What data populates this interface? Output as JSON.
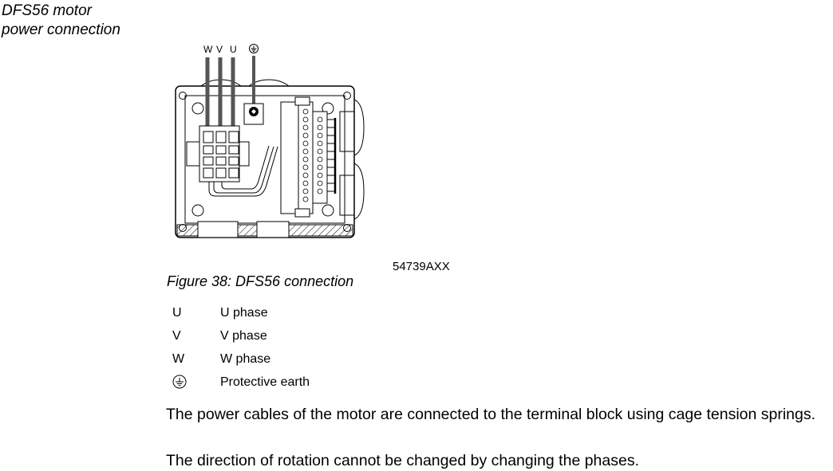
{
  "side_heading": {
    "line1": "DFS56 motor",
    "line2": "power connection"
  },
  "figure": {
    "wire_labels": [
      "W",
      "V",
      "U"
    ],
    "earth_symbol_name": "protective-earth-icon",
    "figure_id": "54739AXX",
    "caption": "Figure 38: DFS56 connection"
  },
  "legend": [
    {
      "symbol": "U",
      "description": "U phase"
    },
    {
      "symbol": "V",
      "description": "V phase"
    },
    {
      "symbol": "W",
      "description": "W phase"
    },
    {
      "symbol_icon": "protective-earth-icon",
      "description": "Protective earth"
    }
  ],
  "paragraphs": [
    "The power cables of the motor are connected to the terminal block using cage tension springs.",
    "The direction of rotation cannot be changed by changing the phases."
  ]
}
